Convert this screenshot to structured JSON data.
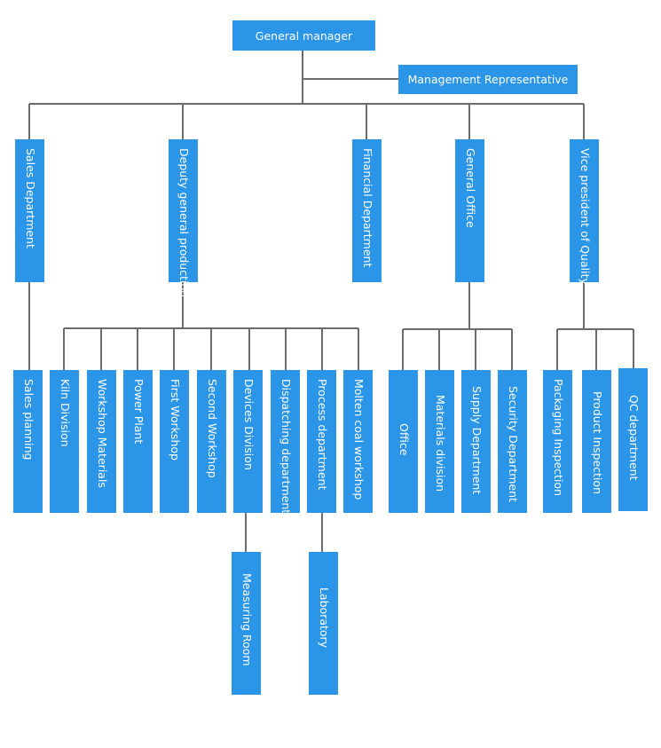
{
  "colors": {
    "box": "#2b95e8",
    "text": "#ffffff",
    "line": "#6b6b6b"
  },
  "top": {
    "general_manager": "General manager",
    "management_representative": "Management Representative"
  },
  "level2": {
    "sales_department": "Sales Department",
    "deputy_general_production": "Deputy general production",
    "financial_department": "Financial Department",
    "general_office": "General Office",
    "vice_president_quality": "Vice president of Quality"
  },
  "level3": {
    "sales_planning": "Sales planning",
    "kiln_division": "Kiln Division",
    "workshop_materials": "Workshop Materials",
    "power_plant": "Power Plant",
    "first_workshop": "First Workshop",
    "second_workshop": "Second Workshop",
    "devices_division": "Devices Division",
    "dispatching_department": "Dispatching department",
    "process_department": "Process department",
    "molten_coal_workshop": "Molten coal workshop",
    "office": "Office",
    "materials_division": "Materials division",
    "supply_department": "Supply Department",
    "security_department": "Security Department",
    "packaging_inspection": "Packaging Inspection",
    "product_inspection": "Product Inspection",
    "qc_department": "QC department"
  },
  "level4": {
    "measuring_room": "Measuring Room",
    "laboratory": "Laboratory"
  }
}
